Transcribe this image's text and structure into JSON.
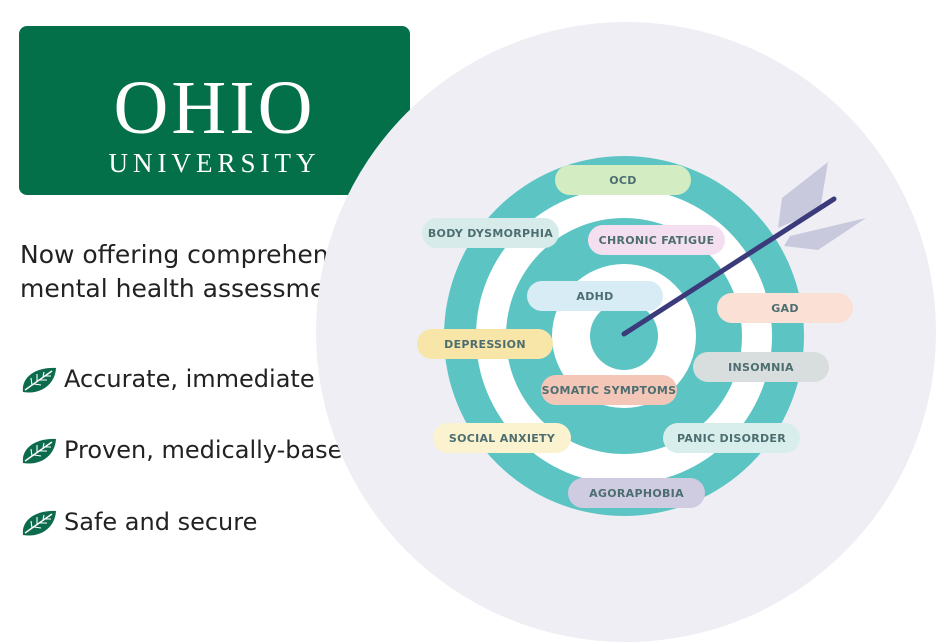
{
  "logo": {
    "line1": "OHIO",
    "line2": "UNIVERSITY",
    "color": "#03704a"
  },
  "headline": {
    "line1": "Now offering comprehensive",
    "line2": "mental health assessment!"
  },
  "features": [
    {
      "icon": "leaf-icon",
      "text": "Accurate, immediate results"
    },
    {
      "icon": "leaf-icon",
      "text": "Proven, medically-based"
    },
    {
      "icon": "leaf-icon",
      "text": "Safe and secure"
    }
  ],
  "target": {
    "ring_color": "#5cc5c4",
    "arrow_color": "#3b3a7a",
    "fletching_color": "#c9c9de",
    "labels": {
      "ocd": "OCD",
      "body_dysmorphia": "BODY DYSMORPHIA",
      "chronic_fatigue": "CHRONIC FATIGUE",
      "adhd": "ADHD",
      "gad": "GAD",
      "depression": "DEPRESSION",
      "insomnia": "INSOMNIA",
      "somatic_symptoms": "SOMATIC SYMPTOMS",
      "social_anxiety": "SOCIAL ANXIETY",
      "panic_disorder": "PANIC DISORDER",
      "agoraphobia": "AGORAPHOBIA"
    }
  }
}
